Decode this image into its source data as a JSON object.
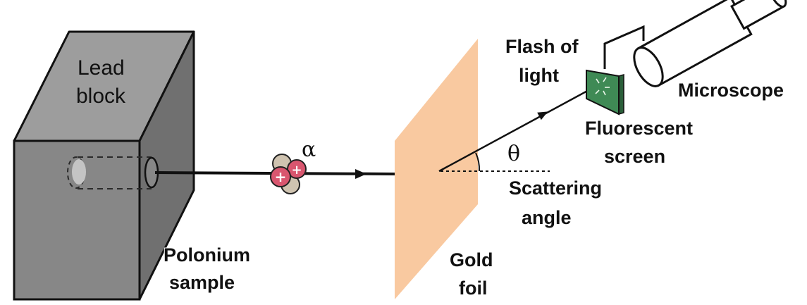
{
  "labels": {
    "lead_block": [
      "Lead",
      "block"
    ],
    "polonium_sample": [
      "Polonium",
      "sample"
    ],
    "alpha": "α",
    "gold_foil": [
      "Gold",
      "foil"
    ],
    "theta": "θ",
    "scattering_angle": [
      "Scattering",
      "angle"
    ],
    "flash_of_light": [
      "Flash of",
      "light"
    ],
    "fluorescent_screen": [
      "Fluorescent",
      "screen"
    ],
    "microscope": "Microscope"
  },
  "colors": {
    "lead_front": "#8a8a8a",
    "lead_top": "#9d9d9d",
    "lead_side": "#6f6f6f",
    "gold_foil": "#f9c9a0",
    "screen": "#3f8a55",
    "proton": "#d9566f",
    "neutron": "#cfc3b0",
    "microscope": "#ffffff"
  },
  "icons": {
    "alpha_particle": "alpha-particle-icon",
    "microscope": "microscope-icon"
  }
}
